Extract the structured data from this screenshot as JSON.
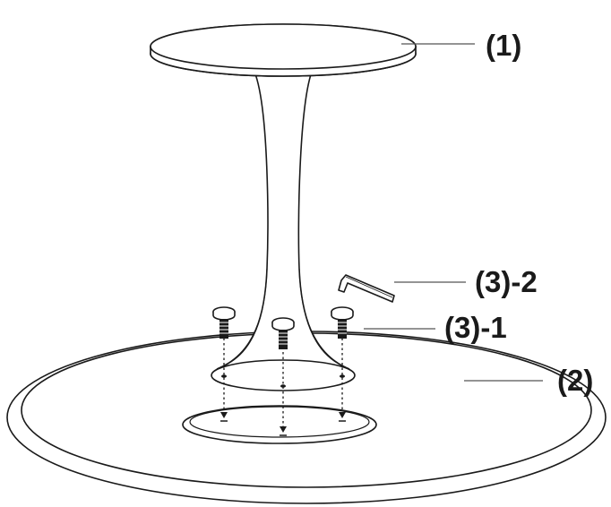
{
  "labels": {
    "part_1": "(1)",
    "part_2": "(2)",
    "part_3_1": "(3)-1",
    "part_3_2": "(3)-2"
  },
  "colors": {
    "line": "#1a1a1a",
    "leader": "#555555",
    "background": "#ffffff"
  },
  "icons": {
    "screw": "screw-icon",
    "allen_key": "allen-key-icon"
  }
}
